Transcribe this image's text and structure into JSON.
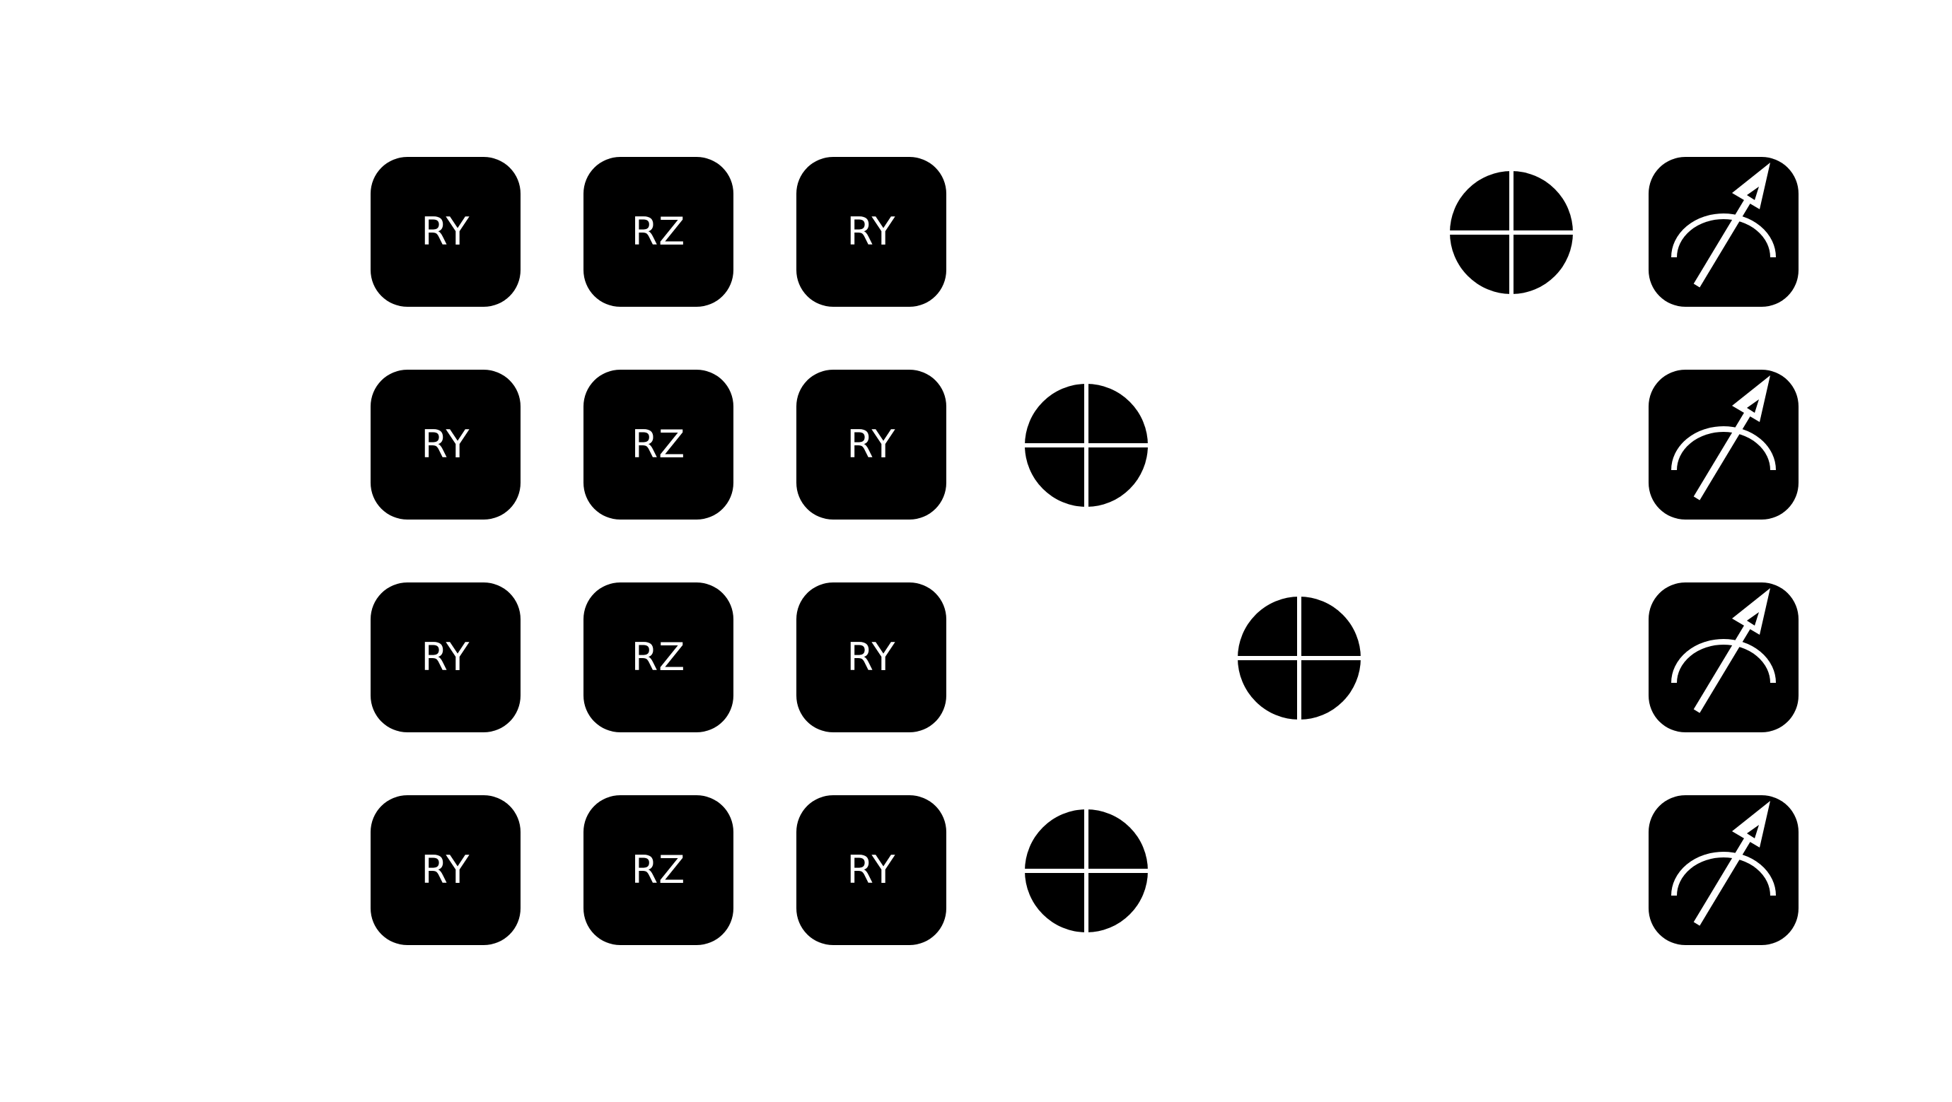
{
  "colors": {
    "background": "#ffffff",
    "gate_fill": "#000000",
    "gate_text": "#ffffff"
  },
  "gate_columns": [
    {
      "label": "RY"
    },
    {
      "label": "RZ"
    },
    {
      "label": "RY"
    }
  ],
  "qubit_count": 4,
  "cnot_targets": [
    0,
    1,
    2,
    3
  ],
  "measurements": [
    {
      "icon": "measurement-meter-icon"
    },
    {
      "icon": "measurement-meter-icon"
    },
    {
      "icon": "measurement-meter-icon"
    },
    {
      "icon": "measurement-meter-icon"
    }
  ]
}
